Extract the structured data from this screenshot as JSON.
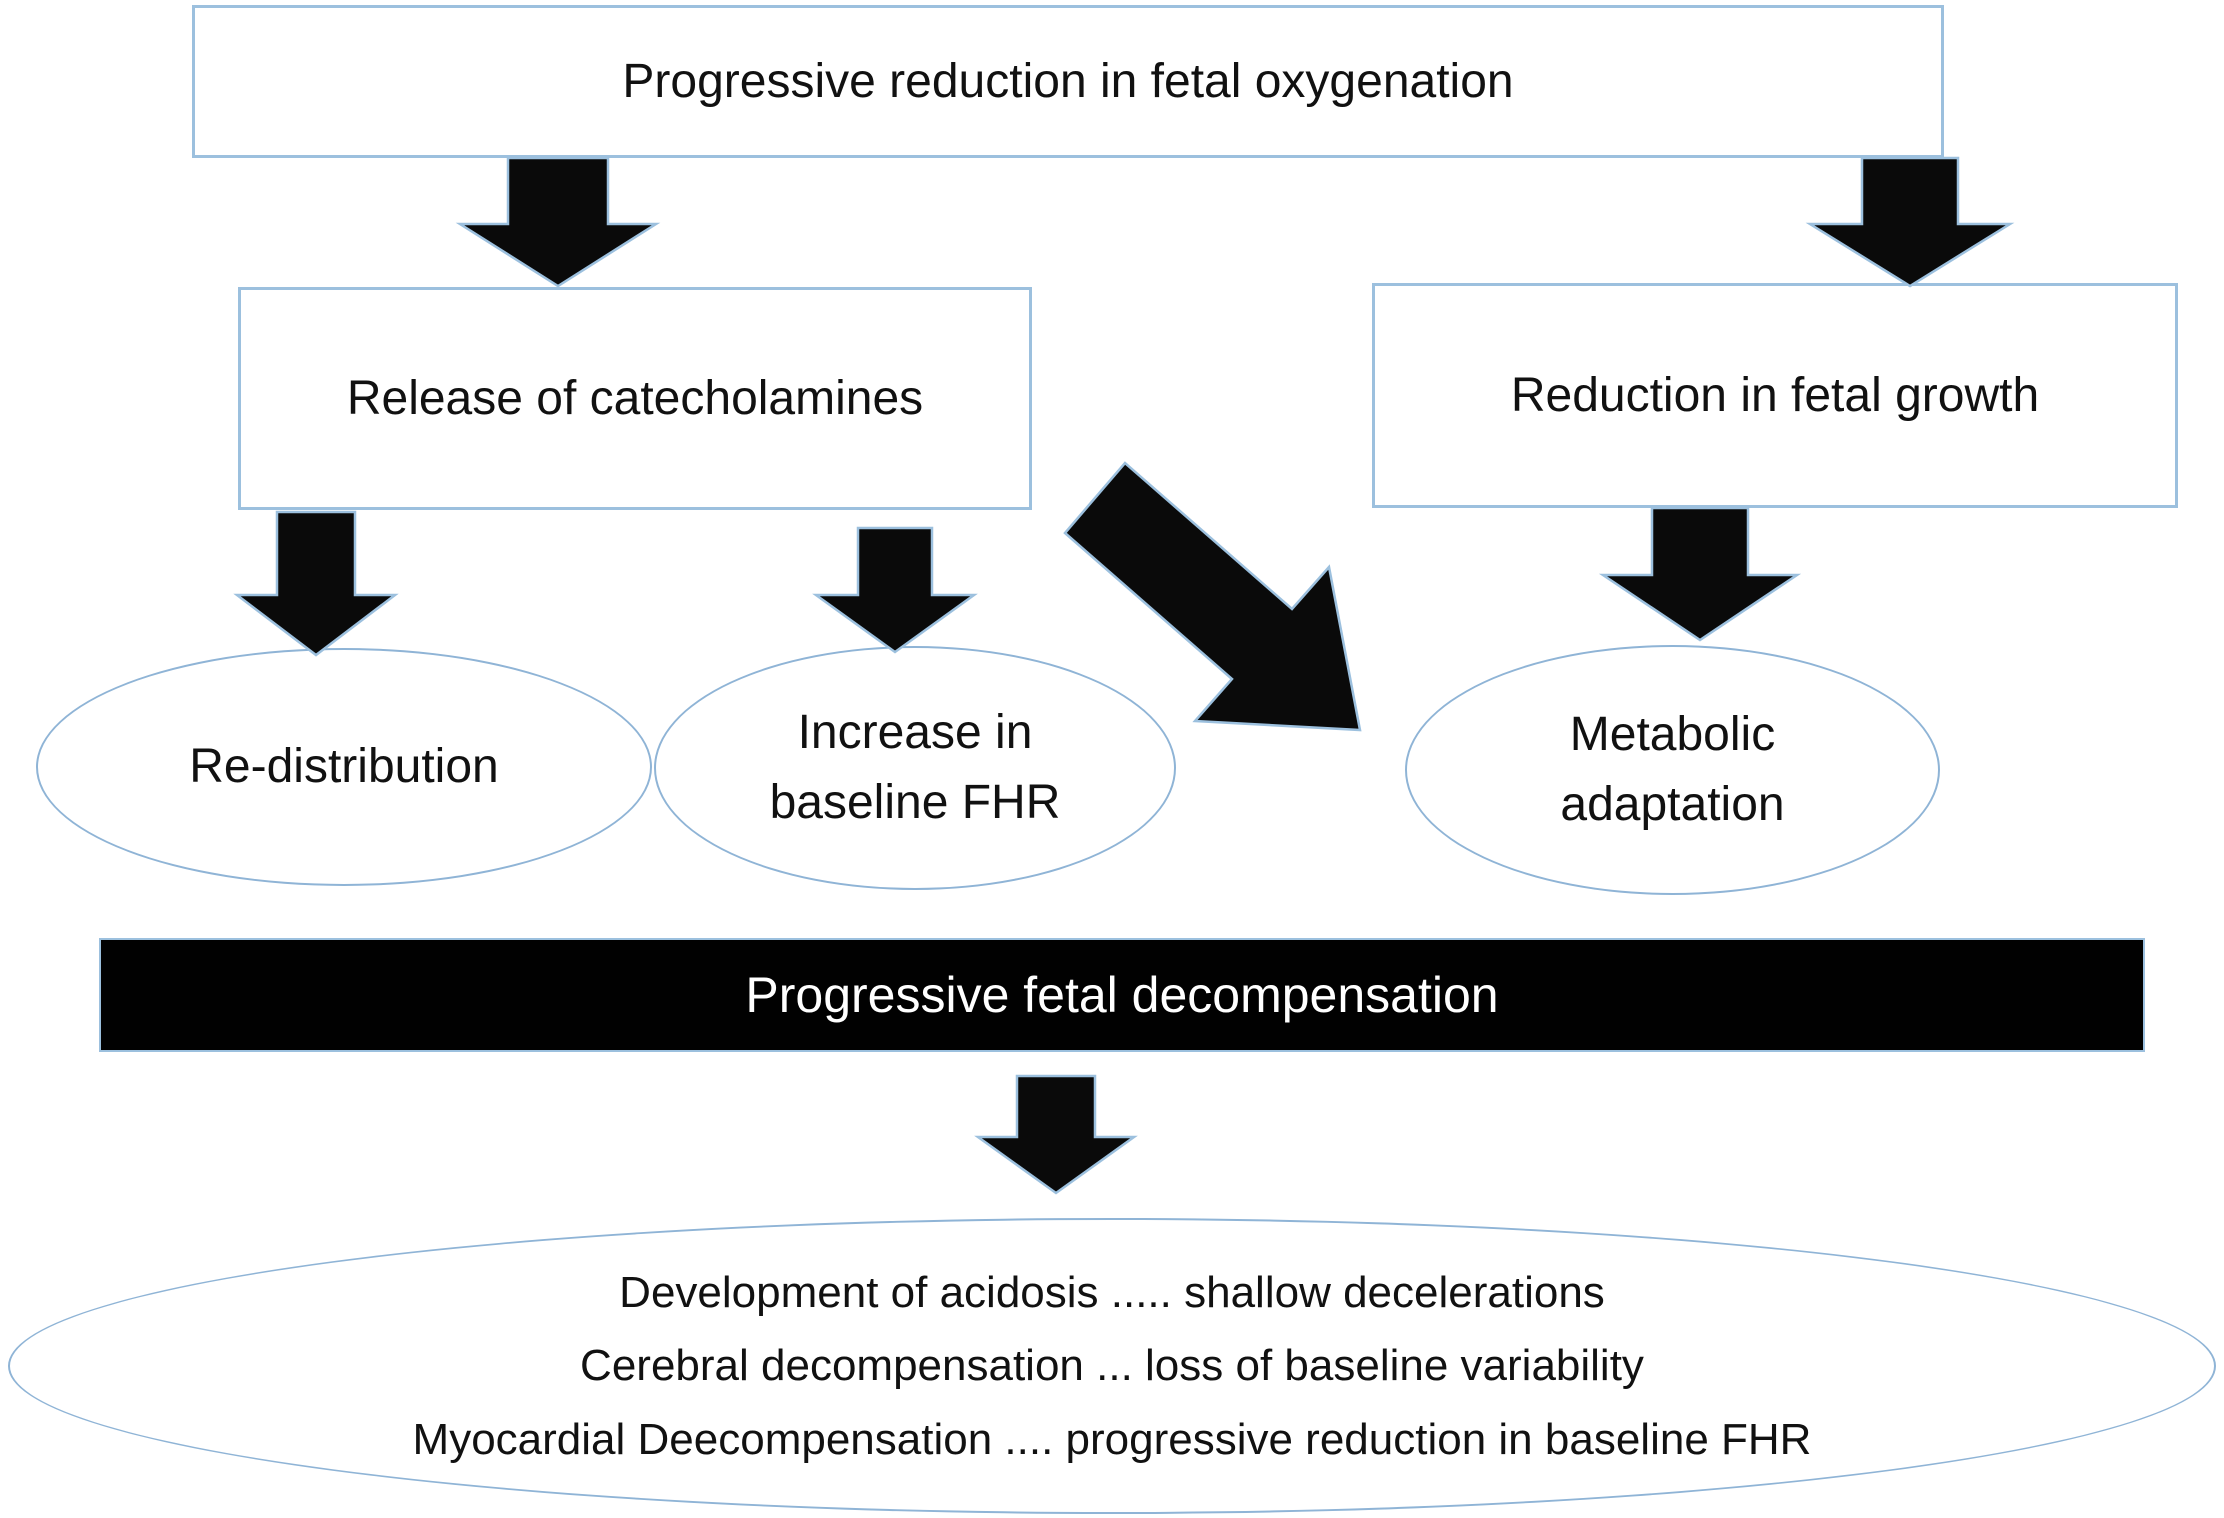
{
  "nodes": {
    "oxygenation_box": {
      "label": "Progressive reduction in fetal oxygenation"
    },
    "catecholamines_box": {
      "label": "Release of catecholamines"
    },
    "fetal_growth_box": {
      "label": "Reduction in fetal growth"
    },
    "redistribution_ellipse": {
      "label": "Re-distribution"
    },
    "baseline_fhr_ellipse": {
      "lines": [
        "Increase in",
        "baseline FHR"
      ]
    },
    "metabolic_ellipse": {
      "lines": [
        "Metabolic",
        "adaptation"
      ]
    },
    "decompensation_banner": {
      "label": "Progressive fetal decompensation"
    },
    "outcome_ellipse": {
      "lines": [
        "Development of acidosis ..... shallow decelerations",
        "Cerebral decompensation ... loss of baseline variability",
        "Myocardial Deecompensation .... progressive reduction in baseline FHR"
      ]
    }
  },
  "arrows": [
    {
      "name": "arrow-oxygenation-to-catecholamines",
      "direction": "down"
    },
    {
      "name": "arrow-oxygenation-to-fetal-growth",
      "direction": "down"
    },
    {
      "name": "arrow-catecholamines-to-redistribution",
      "direction": "down"
    },
    {
      "name": "arrow-catecholamines-to-baseline-fhr",
      "direction": "down"
    },
    {
      "name": "arrow-to-metabolic-diagonal",
      "direction": "down-right"
    },
    {
      "name": "arrow-fetal-growth-to-metabolic",
      "direction": "down"
    },
    {
      "name": "arrow-banner-to-outcome",
      "direction": "down"
    }
  ],
  "colors": {
    "background": "#ffffff",
    "shape_outline": "#9cc0de",
    "arrow_fill": "#0a0a0a",
    "banner_background": "#000000",
    "banner_text": "#ffffff",
    "text": "#111111"
  }
}
